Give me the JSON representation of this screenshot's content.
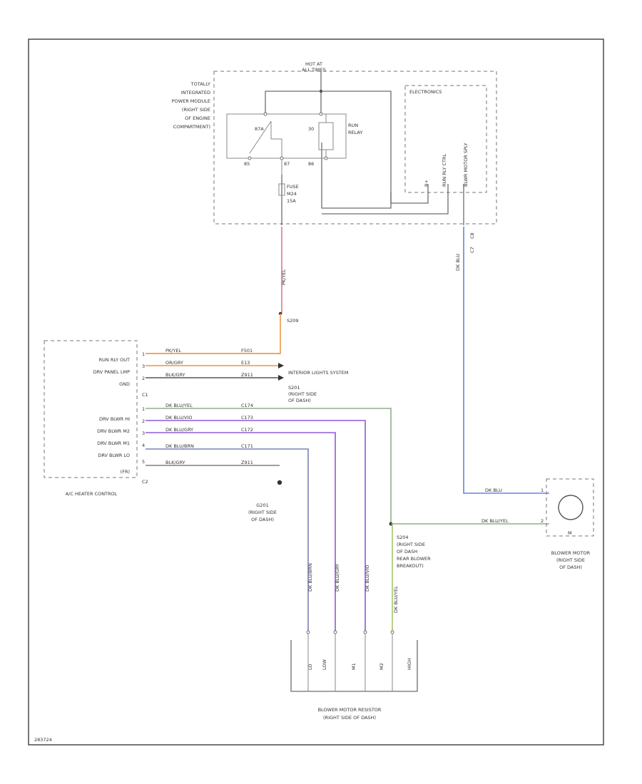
{
  "colors": {
    "wire_default": "#6d6d6d",
    "wire_orange": "#f0a35a",
    "wire_pink": "#e07a95",
    "wire_blue": "#6a80e0",
    "wire_purple": "#8e5ad8",
    "wire_green": "#8fae8a",
    "wire_lime": "#a9c46b"
  },
  "power_module": {
    "hot_at": "HOT AT",
    "hot_at_2": "ALL TIMES",
    "label_lines": [
      "TOTALLY",
      "INTEGRATED",
      "POWER MODULE",
      "(RIGHT SIDE",
      "OF ENGINE",
      "COMPARTMENT)"
    ],
    "relay_label_1": "RUN",
    "relay_label_2": "RELAY",
    "relay_pin_87a": "87A",
    "relay_pin_87": "87",
    "relay_pin_30": "30",
    "relay_pin_85": "85",
    "relay_pin_86": "86",
    "electronics": "ELECTRONICS",
    "elec_pin_1": "RUN RLY CTRL",
    "elec_pin_2": "BLWR MOTOR SPLY",
    "elec_pin_3": "B+",
    "fuse_1": "FUSE",
    "fuse_2": "M24",
    "fuse_3": "15A",
    "conn_c7": "C7",
    "conn_c8": "C8"
  },
  "splices": {
    "s209": "S209",
    "s201_1": "S201",
    "s201_2": "(RIGHT SIDE",
    "s201_3": "OF DASH)",
    "g201_1": "G201",
    "g201_2": "(RIGHT SIDE",
    "g201_3": "OF DASH)",
    "s204_1": "S204",
    "s204_2": "(RIGHT SIDE",
    "s204_3": "OF DASH",
    "s204_4": "REAR BLOWER",
    "s204_5": "BREAKOUT)"
  },
  "hvac_control": {
    "name": "A/C HEATER CONTROL",
    "pins": [
      {
        "label": "RUN RLY OUT",
        "num": "1",
        "wire": "PK/YEL",
        "circuit": "F501"
      },
      {
        "label": "DRV PANEL LMP",
        "num": "3",
        "wire": "OR/GRY",
        "circuit": "E13"
      },
      {
        "label": "GND",
        "num": "2",
        "wire": "BLK/GRY",
        "circuit": "Z911"
      },
      {
        "label": "",
        "num": "C1",
        "wire": "",
        "circuit": ""
      },
      {
        "label": "DRV BLWR HI",
        "num": "1",
        "wire": "DK BLU/YEL",
        "circuit": "C174"
      },
      {
        "label": "DRV BLWR M2",
        "num": "2",
        "wire": "DK BLU/VIO",
        "circuit": "C173"
      },
      {
        "label": "DRV BLWR M1",
        "num": "3",
        "wire": "DK BLU/GRY",
        "circuit": "C172"
      },
      {
        "label": "DRV BLWR LO",
        "num": "4",
        "wire": "DK BLU/BRN",
        "circuit": "C171"
      },
      {
        "label": "(FR)",
        "num": "5",
        "wire": "BLK/GRY",
        "circuit": "Z911"
      }
    ],
    "conn_c2": "C2",
    "interior_lights": "INTERIOR LIGHTS SYSTEM"
  },
  "vertical_labels": {
    "pk_yel": "PK/YEL",
    "dk_blu": "DK BLU",
    "dk_blu_brn": "DK BLU/BRN",
    "dk_blu_gry": "DK BLU/GRY",
    "dk_blu_vio": "DK BLU/VIO",
    "dk_blu_yel": "DK BLU/YEL"
  },
  "blower_motor": {
    "wire_top": "DK BLU",
    "wire_bottom": "DK BLU/YEL",
    "pin_1": "1",
    "pin_2": "2",
    "symbol": "M",
    "label_lines": [
      "BLOWER MOTOR",
      "(RIGHT SIDE",
      "OF DASH)"
    ]
  },
  "resistor": {
    "label_1": "BLOWER MOTOR RESISTOR",
    "label_2": "(RIGHT SIDE OF DASH)",
    "pins": [
      "LO",
      "LOW",
      "M1",
      "M2",
      "HIGH"
    ]
  },
  "footer_code": "283724"
}
